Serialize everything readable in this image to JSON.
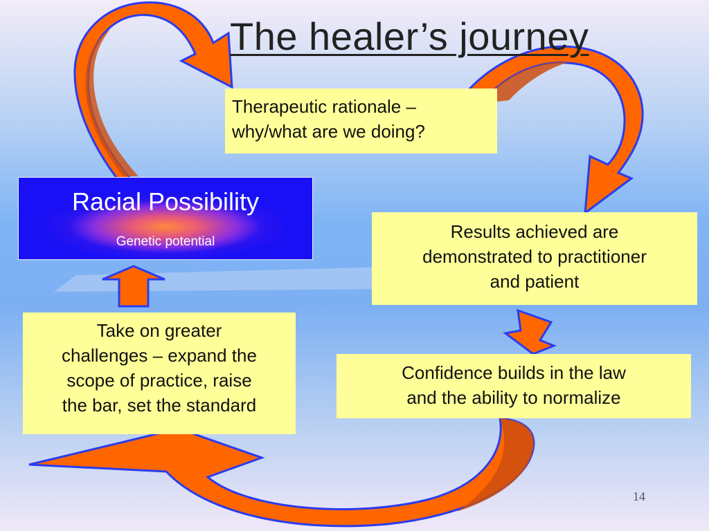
{
  "slide": {
    "title": "The healer’s journey",
    "page_number": "14",
    "colors": {
      "box_fill": "#ffff99",
      "arrow_fill": "#ff6600",
      "arrow_shadow": "#cc4e10",
      "arrow_outline": "#2a3cf0",
      "racial_box": "#1a10f5"
    }
  },
  "boxes": {
    "therapeutic": {
      "line1": "Therapeutic rationale –",
      "line2": "why/what are we doing?"
    },
    "results": {
      "line1": "Results achieved are",
      "line2": "demonstrated to practitioner",
      "line3": "and patient"
    },
    "confidence": {
      "line1": "Confidence builds in the law",
      "line2": "and the ability to normalize"
    },
    "challenges": {
      "line1": "Take on greater",
      "line2": "challenges – expand the",
      "line3": "scope of practice, raise",
      "line4": "the bar, set the standard"
    },
    "racial": {
      "title": "Racial Possibility",
      "subtitle": "Genetic potential"
    }
  }
}
